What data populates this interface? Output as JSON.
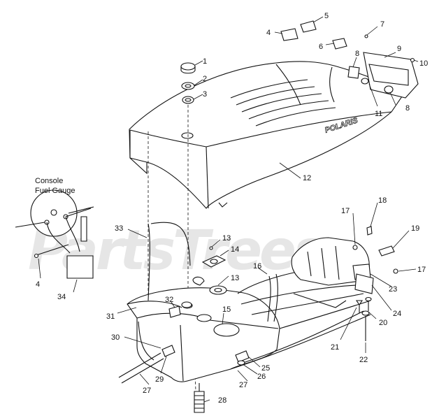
{
  "watermark": "PartsTrees",
  "seat_brand": "POLARIS",
  "gauge_caption": [
    "Console",
    "Fuel Gauge"
  ],
  "callouts": [
    {
      "id": "c1",
      "text": "1"
    },
    {
      "id": "c2",
      "text": "2"
    },
    {
      "id": "c3",
      "text": "3"
    },
    {
      "id": "c4a",
      "text": "4"
    },
    {
      "id": "c4b",
      "text": "4"
    },
    {
      "id": "c5",
      "text": "5"
    },
    {
      "id": "c6",
      "text": "6"
    },
    {
      "id": "c7",
      "text": "7"
    },
    {
      "id": "c8a",
      "text": "8"
    },
    {
      "id": "c8b",
      "text": "8"
    },
    {
      "id": "c9",
      "text": "9"
    },
    {
      "id": "c10",
      "text": "10"
    },
    {
      "id": "c11",
      "text": "11"
    },
    {
      "id": "c12",
      "text": "12"
    },
    {
      "id": "c13a",
      "text": "13"
    },
    {
      "id": "c13b",
      "text": "13"
    },
    {
      "id": "c14",
      "text": "14"
    },
    {
      "id": "c15",
      "text": "15"
    },
    {
      "id": "c16",
      "text": "16"
    },
    {
      "id": "c17a",
      "text": "17"
    },
    {
      "id": "c17b",
      "text": "17"
    },
    {
      "id": "c18",
      "text": "18"
    },
    {
      "id": "c19",
      "text": "19"
    },
    {
      "id": "c20",
      "text": "20"
    },
    {
      "id": "c21",
      "text": "21"
    },
    {
      "id": "c22",
      "text": "22"
    },
    {
      "id": "c23",
      "text": "23"
    },
    {
      "id": "c24",
      "text": "24"
    },
    {
      "id": "c25",
      "text": "25"
    },
    {
      "id": "c26",
      "text": "26"
    },
    {
      "id": "c27a",
      "text": "27"
    },
    {
      "id": "c27b",
      "text": "27"
    },
    {
      "id": "c28",
      "text": "28"
    },
    {
      "id": "c29",
      "text": "29"
    },
    {
      "id": "c30",
      "text": "30"
    },
    {
      "id": "c31",
      "text": "31"
    },
    {
      "id": "c32",
      "text": "32"
    },
    {
      "id": "c33",
      "text": "33"
    },
    {
      "id": "c34",
      "text": "34"
    }
  ]
}
